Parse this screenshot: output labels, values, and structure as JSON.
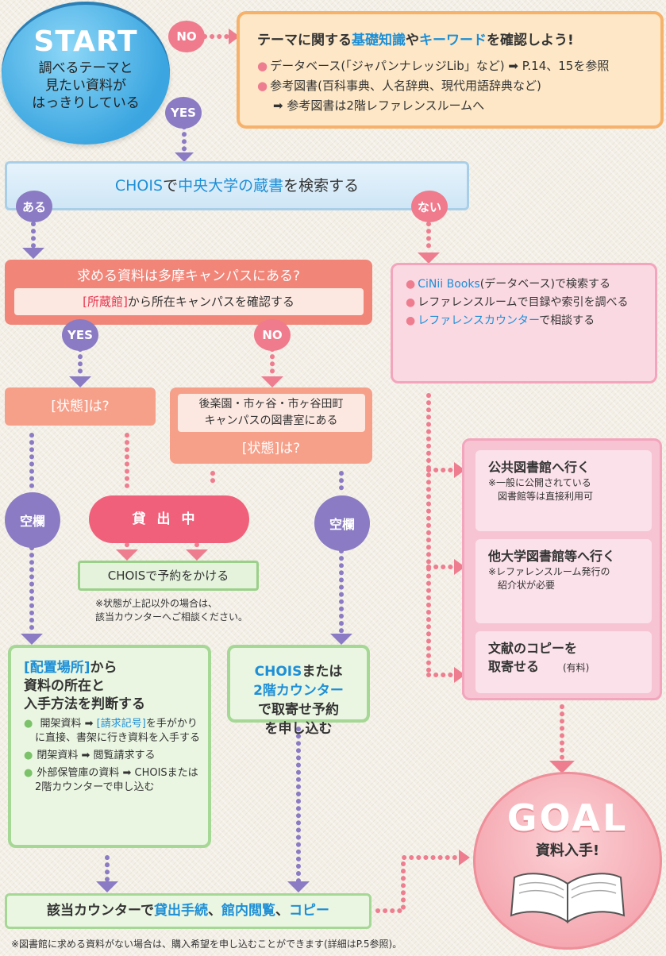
{
  "start": {
    "title": "START",
    "text": "調べるテーマと\n見たい資料が\nはっきりしている",
    "no_label": "NO",
    "yes_label": "YES"
  },
  "theme": {
    "title_pre": "テーマに関する",
    "title_kw1": "基礎知識",
    "title_mid": "や",
    "title_kw2": "キーワード",
    "title_post": "を確認しよう!",
    "line1": "データベース(「ジャパンナレッジLib」など) ➡ P.14、15を参照",
    "line2": "参考図書(百科事典、人名辞典、現代用語辞典など)",
    "line3": "➡ 参考図書は2階レファレンスルームへ"
  },
  "chois": {
    "pre": "CHOIS",
    "mid": "で",
    "kw": "中央大学の蔵書",
    "post": "を検索する",
    "aru": "ある",
    "nai": "ない"
  },
  "tama": {
    "title": "求める資料は多摩キャンパスにある?",
    "sub_kw": "[所蔵館]",
    "sub_post": "から所在キャンパスを確認する",
    "yes": "YES",
    "no": "NO"
  },
  "status1": "[状態]は?",
  "campus": {
    "text": "後楽園・市ヶ谷・市ヶ谷田町\nキャンパスの図書室にある",
    "status": "[状態]は?"
  },
  "blank1": "空欄",
  "blank2": "空欄",
  "lending": "貸出中",
  "reserve": "CHOISで予約をかける",
  "note_status": "※状態が上記以外の場合は、\n該当カウンターへご相談ください。",
  "placement": {
    "title_kw": "[配置場所]",
    "title_post": "から",
    "title2": "資料の所在と",
    "title3": "入手方法を判断する",
    "item1_pre": "開架資料 ➡ ",
    "item1_kw": "[請求記号]",
    "item1_post": "を手がかりに直接、書架に行き資料を入手する",
    "item2": "閉架資料 ➡ 閲覧請求する",
    "item3": "外部保管庫の資料 ➡ CHOISまたは2階カウンターで申し込む"
  },
  "order": {
    "kw1": "CHOIS",
    "mid": "または",
    "kw2": "2階カウンター",
    "post": "で取寄せ予約\nを申し込む"
  },
  "counter": {
    "pre": "該当カウンターで",
    "kw1": "貸出手続",
    "sep1": "、",
    "kw2": "館内閲覧",
    "sep2": "、",
    "kw3": "コピー"
  },
  "cinii": {
    "item1_kw": "CiNii Books",
    "item1_post": "(データベース)で検索する",
    "item2": "レファレンスルームで目録や索引を調べる",
    "item3_kw": "レファレンスカウンター",
    "item3_post": "で相談する"
  },
  "options": [
    {
      "title": "公共図書館へ行く",
      "note": "※一般に公開されている\n　図書館等は直接利用可"
    },
    {
      "title": "他大学図書館等へ行く",
      "note": "※レファレンスルーム発行の\n　紹介状が必要"
    },
    {
      "title": "文献のコピーを\n取寄せる",
      "note": "(有料)"
    }
  ],
  "goal": {
    "title": "GOAL",
    "text": "資料入手!"
  },
  "footnote": "※図書館に求める資料がない場合は、購入希望を申し込むことができます(詳細はP.5参照)。",
  "colors": {
    "blue": "#1e8fd6",
    "pink_link": "#e6334f",
    "connector_pink": "#ee7d8f",
    "connector_purple": "#8b7bc4"
  }
}
